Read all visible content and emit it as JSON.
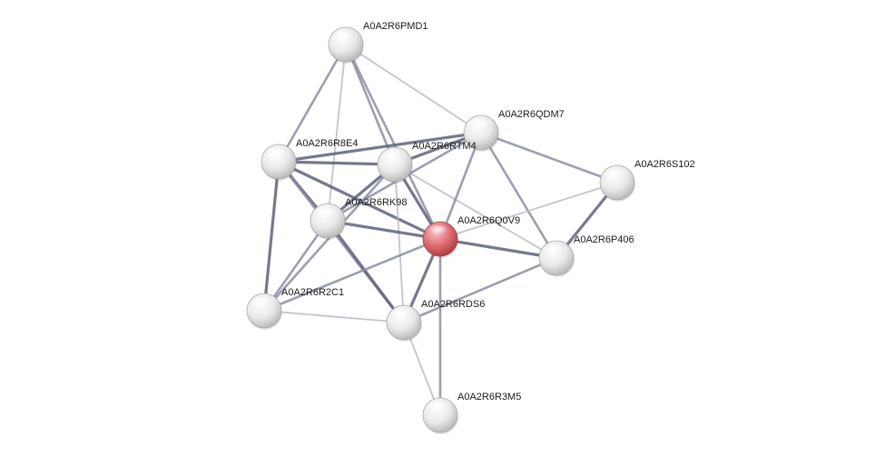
{
  "network": {
    "colors": {
      "query_node": "#d9545a",
      "neighbor_node": "#e6e6e6",
      "strong_edge": "#5d6178",
      "medium_edge": "#8a8ea3",
      "weak_edge": "#b8bac6",
      "label_text": "#1a1a1a"
    },
    "nodes": [
      {
        "id": "A0A2R6PMD1",
        "label": "A0A2R6PMD1",
        "query": false
      },
      {
        "id": "A0A2R6QDM7",
        "label": "A0A2R6QDM7",
        "query": false
      },
      {
        "id": "A0A2R6R8E4",
        "label": "A0A2R6R8E4",
        "query": false
      },
      {
        "id": "A0A2R6RTM4",
        "label": "A0A2R6RTM4",
        "query": false
      },
      {
        "id": "A0A2R6S102",
        "label": "A0A2R6S102",
        "query": false
      },
      {
        "id": "A0A2R6RK98",
        "label": "A0A2R6RK98",
        "query": false
      },
      {
        "id": "A0A2R6Q0V9",
        "label": "A0A2R6Q0V9",
        "query": true
      },
      {
        "id": "A0A2R6P406",
        "label": "A0A2R6P406",
        "query": false
      },
      {
        "id": "A0A2R6R2C1",
        "label": "A0A2R6R2C1",
        "query": false
      },
      {
        "id": "A0A2R6RDS6",
        "label": "A0A2R6RDS6",
        "query": false
      },
      {
        "id": "A0A2R6R3M5",
        "label": "A0A2R6R3M5",
        "query": false
      }
    ],
    "edges": [
      {
        "source": "A0A2R6PMD1",
        "target": "A0A2R6R8E4",
        "strength": "medium"
      },
      {
        "source": "A0A2R6PMD1",
        "target": "A0A2R6RTM4",
        "strength": "medium"
      },
      {
        "source": "A0A2R6PMD1",
        "target": "A0A2R6RK98",
        "strength": "weak"
      },
      {
        "source": "A0A2R6PMD1",
        "target": "A0A2R6QDM7",
        "strength": "weak"
      },
      {
        "source": "A0A2R6PMD1",
        "target": "A0A2R6Q0V9",
        "strength": "medium"
      },
      {
        "source": "A0A2R6R8E4",
        "target": "A0A2R6RTM4",
        "strength": "strong"
      },
      {
        "source": "A0A2R6R8E4",
        "target": "A0A2R6QDM7",
        "strength": "strong"
      },
      {
        "source": "A0A2R6R8E4",
        "target": "A0A2R6RK98",
        "strength": "strong"
      },
      {
        "source": "A0A2R6R8E4",
        "target": "A0A2R6Q0V9",
        "strength": "strong"
      },
      {
        "source": "A0A2R6R8E4",
        "target": "A0A2R6R2C1",
        "strength": "strong"
      },
      {
        "source": "A0A2R6R8E4",
        "target": "A0A2R6RDS6",
        "strength": "medium"
      },
      {
        "source": "A0A2R6RTM4",
        "target": "A0A2R6QDM7",
        "strength": "strong"
      },
      {
        "source": "A0A2R6RTM4",
        "target": "A0A2R6RK98",
        "strength": "strong"
      },
      {
        "source": "A0A2R6RTM4",
        "target": "A0A2R6Q0V9",
        "strength": "strong"
      },
      {
        "source": "A0A2R6RTM4",
        "target": "A0A2R6R2C1",
        "strength": "medium"
      },
      {
        "source": "A0A2R6RTM4",
        "target": "A0A2R6RDS6",
        "strength": "weak"
      },
      {
        "source": "A0A2R6RTM4",
        "target": "A0A2R6P406",
        "strength": "weak"
      },
      {
        "source": "A0A2R6QDM7",
        "target": "A0A2R6RK98",
        "strength": "medium"
      },
      {
        "source": "A0A2R6QDM7",
        "target": "A0A2R6Q0V9",
        "strength": "medium"
      },
      {
        "source": "A0A2R6QDM7",
        "target": "A0A2R6S102",
        "strength": "medium"
      },
      {
        "source": "A0A2R6QDM7",
        "target": "A0A2R6P406",
        "strength": "medium"
      },
      {
        "source": "A0A2R6S102",
        "target": "A0A2R6Q0V9",
        "strength": "weak"
      },
      {
        "source": "A0A2R6S102",
        "target": "A0A2R6P406",
        "strength": "strong"
      },
      {
        "source": "A0A2R6RK98",
        "target": "A0A2R6Q0V9",
        "strength": "strong"
      },
      {
        "source": "A0A2R6RK98",
        "target": "A0A2R6R2C1",
        "strength": "medium"
      },
      {
        "source": "A0A2R6RK98",
        "target": "A0A2R6RDS6",
        "strength": "strong"
      },
      {
        "source": "A0A2R6Q0V9",
        "target": "A0A2R6P406",
        "strength": "strong"
      },
      {
        "source": "A0A2R6Q0V9",
        "target": "A0A2R6R2C1",
        "strength": "medium"
      },
      {
        "source": "A0A2R6Q0V9",
        "target": "A0A2R6RDS6",
        "strength": "strong"
      },
      {
        "source": "A0A2R6Q0V9",
        "target": "A0A2R6R3M5",
        "strength": "medium"
      },
      {
        "source": "A0A2R6R2C1",
        "target": "A0A2R6RDS6",
        "strength": "weak"
      },
      {
        "source": "A0A2R6RDS6",
        "target": "A0A2R6P406",
        "strength": "medium"
      },
      {
        "source": "A0A2R6RDS6",
        "target": "A0A2R6R3M5",
        "strength": "weak"
      }
    ]
  }
}
